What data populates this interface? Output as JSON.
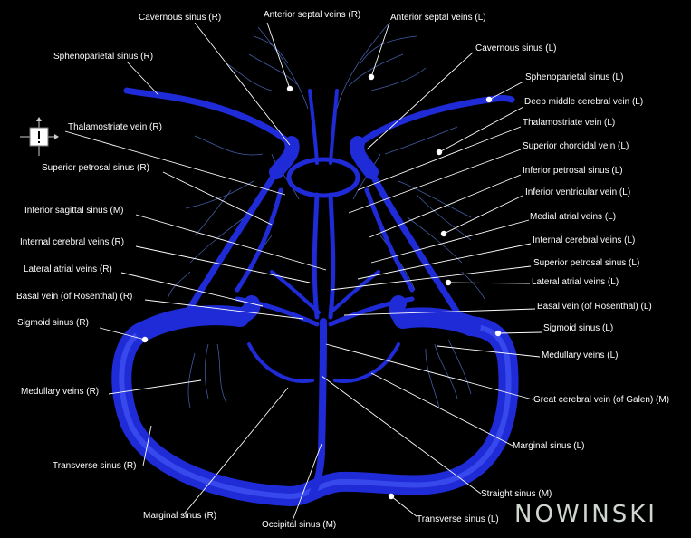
{
  "figure": {
    "colors": {
      "vessel": "#1f2bd6",
      "vessel_highlight": "#4a63ff",
      "vessel_dark": "#0c1390",
      "background": "#000000",
      "leader": "#ffffff"
    },
    "brand_text": "NOWINSKI",
    "orientation_icon": "compass-arrows-icon"
  },
  "labels": {
    "cav_r": "Cavernous sinus (R)",
    "asv_r": "Anterior septal veins (R)",
    "asv_l": "Anterior septal veins (L)",
    "cav_l": "Cavernous sinus (L)",
    "sph_r": "Sphenoparietal sinus (R)",
    "sph_l": "Sphenoparietal sinus (L)",
    "dmcv_l": "Deep middle cerebral vein (L)",
    "thal_r": "Thalamostriate vein (R)",
    "thal_l": "Thalamostriate vein (L)",
    "scv_l": "Superior choroidal vein (L)",
    "sps_r": "Superior petrosal sinus (R)",
    "ips_l": "Inferior petrosal sinus (L)",
    "ivv_l": "Inferior ventricular vein (L)",
    "iss_m": "Inferior sagittal sinus (M)",
    "mav_l": "Medial atrial veins (L)",
    "icv_r": "Internal cerebral veins (R)",
    "icv_l": "Internal cerebral veins (L)",
    "lav_r": "Lateral atrial veins (R)",
    "sps_l": "Superior petrosal sinus (L)",
    "lav_l": "Lateral atrial veins (L)",
    "bvr_r": "Basal vein (of Rosenthal) (R)",
    "bvr_l": "Basal vein (of Rosenthal) (L)",
    "sig_r": "Sigmoid sinus (R)",
    "sig_l": "Sigmoid sinus (L)",
    "med_l": "Medullary veins (L)",
    "med_r": "Medullary veins (R)",
    "galen_m": "Great cerebral vein (of Galen) (M)",
    "marg_l": "Marginal sinus (L)",
    "trans_r": "Transverse sinus (R)",
    "straight_m": "Straight sinus (M)",
    "marg_r": "Marginal sinus (R)",
    "trans_l": "Transverse sinus (L)",
    "occ_m": "Occipital sinus (M)"
  }
}
